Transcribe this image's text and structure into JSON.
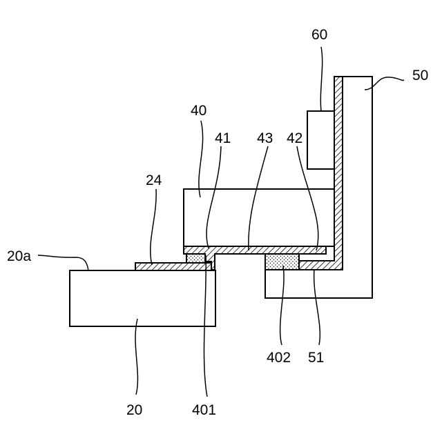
{
  "labels": {
    "l60": "60",
    "l50": "50",
    "l40": "40",
    "l41": "41",
    "l43": "43",
    "l42": "42",
    "l24": "24",
    "l20a": "20a",
    "l402": "402",
    "l51": "51",
    "l20": "20",
    "l401": "401"
  },
  "colors": {
    "stroke": "#000000",
    "fill": "#ffffff"
  }
}
